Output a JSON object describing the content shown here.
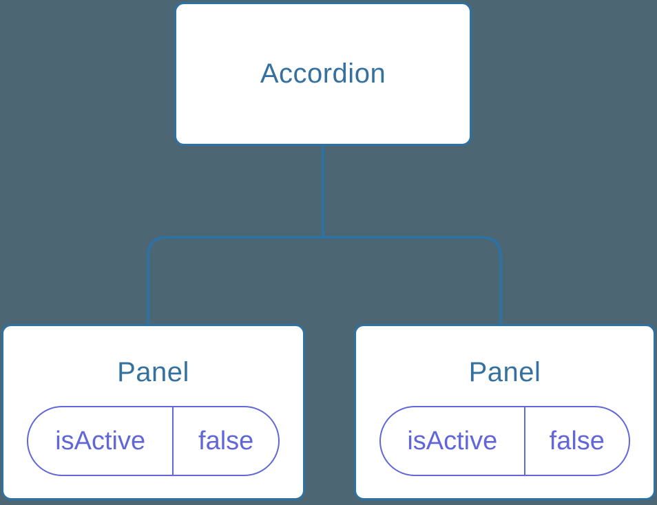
{
  "diagram": {
    "type": "component-tree",
    "root": {
      "label": "Accordion"
    },
    "children": [
      {
        "label": "Panel",
        "props": [
          {
            "name": "isActive",
            "value": "false"
          }
        ]
      },
      {
        "label": "Panel",
        "props": [
          {
            "name": "isActive",
            "value": "false"
          }
        ]
      }
    ]
  },
  "colors": {
    "background": "#4D6673",
    "card_background": "#FFFFFF",
    "node_border": "#2E71A3",
    "node_text": "#35719F",
    "connector": "#2E71A3",
    "prop_accent": "#6166D8"
  }
}
